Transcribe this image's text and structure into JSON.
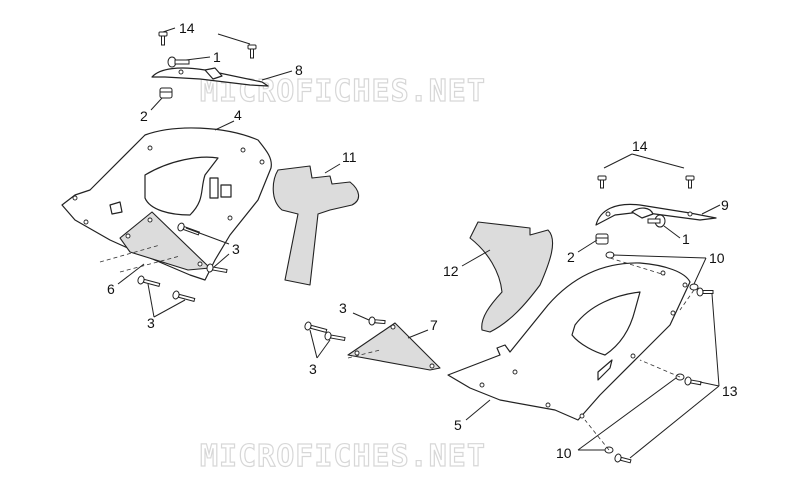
{
  "watermarks": [
    "MICROFICHES.NET",
    "MICROFICHES.NET"
  ],
  "callouts": [
    {
      "id": "c14a",
      "text": "14"
    },
    {
      "id": "c1a",
      "text": "1"
    },
    {
      "id": "c8",
      "text": "8"
    },
    {
      "id": "c2a",
      "text": "2"
    },
    {
      "id": "c4",
      "text": "4"
    },
    {
      "id": "c11",
      "text": "11"
    },
    {
      "id": "c3a",
      "text": "3"
    },
    {
      "id": "c6",
      "text": "6"
    },
    {
      "id": "c3b",
      "text": "3"
    },
    {
      "id": "c14b",
      "text": "14"
    },
    {
      "id": "c9",
      "text": "9"
    },
    {
      "id": "c1b",
      "text": "1"
    },
    {
      "id": "c2b",
      "text": "2"
    },
    {
      "id": "c10a",
      "text": "10"
    },
    {
      "id": "c12",
      "text": "12"
    },
    {
      "id": "c3c",
      "text": "3"
    },
    {
      "id": "c7",
      "text": "7"
    },
    {
      "id": "c3d",
      "text": "3"
    },
    {
      "id": "c5",
      "text": "5"
    },
    {
      "id": "c13",
      "text": "13"
    },
    {
      "id": "c10b",
      "text": "10"
    }
  ]
}
